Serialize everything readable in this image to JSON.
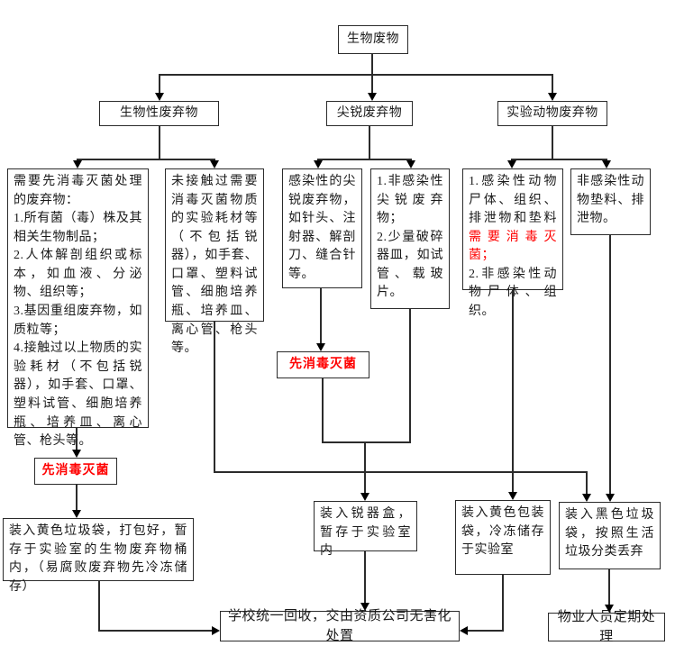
{
  "colors": {
    "line": "#2b2b2b",
    "border": "#2b2b2b",
    "background": "#ffffff",
    "accent_red": "#ff0000"
  },
  "nodes": {
    "root": "生物废物",
    "l2_bio": "生物性废弃物",
    "l2_sharp": "尖锐废弃物",
    "l2_animal": "实验动物废弃物",
    "box_a": "需要先消毒灭菌处理的废弃物：\n1.所有菌（毒）株及其相关生物制品；\n2.人体解剖组织或标本，如血液、分泌物、组织等；\n3.基因重组废弃物，如质粒等；\n4.接触过以上物质的实验耗材（不包括锐器），如手套、口罩、塑料试管、细胞培养瓶、培养皿、离心管、枪头等。",
    "box_b": "未接触过需要消毒灭菌物质的实验耗材等（不包括锐器），如手套、口罩、塑料试管、细胞培养瓶、培养皿、离心管、枪头等。",
    "box_c": "感染性的尖锐废弃物，如针头、注射器、解剖刀、缝合针等。",
    "box_d": "1.非感染性尖锐废弃物；\n2.少量破碎器皿，如试管、载玻片。",
    "box_e": {
      "p1": "1.感染性动物尸体、组织、排泄物和垫料",
      "red": "需要消毒灭菌；",
      "p2": "\n2.非感染性动物尸体、组织。"
    },
    "box_f": "非感染性动物垫料、排泄物。",
    "disinfect_left": "先消毒灭菌",
    "disinfect_mid": "先消毒灭菌",
    "yellow_bag": "装入黄色垃圾袋，打包好，暂存于实验室的生物废弃物桶内，（易腐败废弃物先冷冻储存）",
    "sharps_box": "装入锐器盒，暂存于实验室内",
    "yellow_pack": "装入黄色包装袋，冷冻储存于实验室",
    "black_bag": "装入黑色垃圾袋，按照生活垃圾分类丢弃",
    "school": "学校统一回收，交由资质公司无害化处置",
    "property": "物业人员定期处理"
  }
}
